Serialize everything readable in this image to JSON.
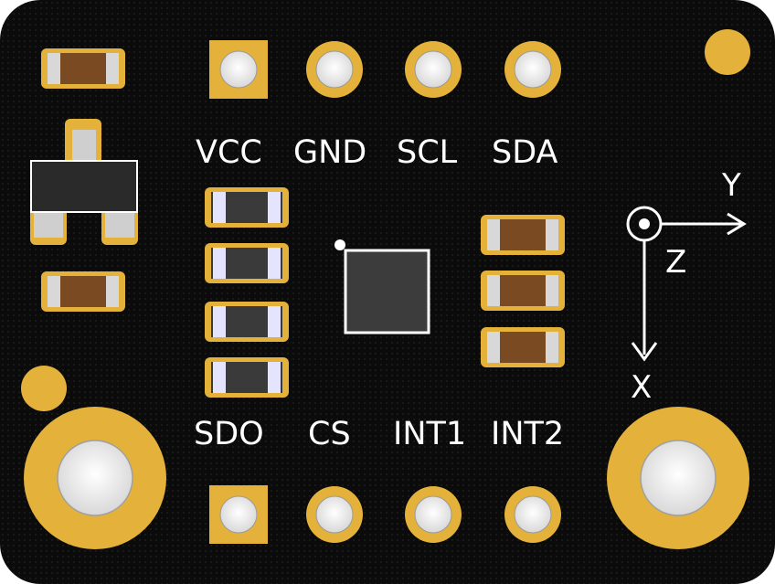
{
  "board": {
    "pin_labels_top": [
      "VCC",
      "GND",
      "SCL",
      "SDA"
    ],
    "pin_labels_bottom": [
      "SDO",
      "CS",
      "INT1",
      "INT2"
    ],
    "axes": {
      "y": "Y",
      "z": "Z",
      "x": "X"
    }
  },
  "colors": {
    "board": "#0b0b0b",
    "gold": "#e4b23a",
    "silkscreen": "#ffffff",
    "resistor_body": "#3a3a3a",
    "capacitor_body": "#7a4a22"
  }
}
